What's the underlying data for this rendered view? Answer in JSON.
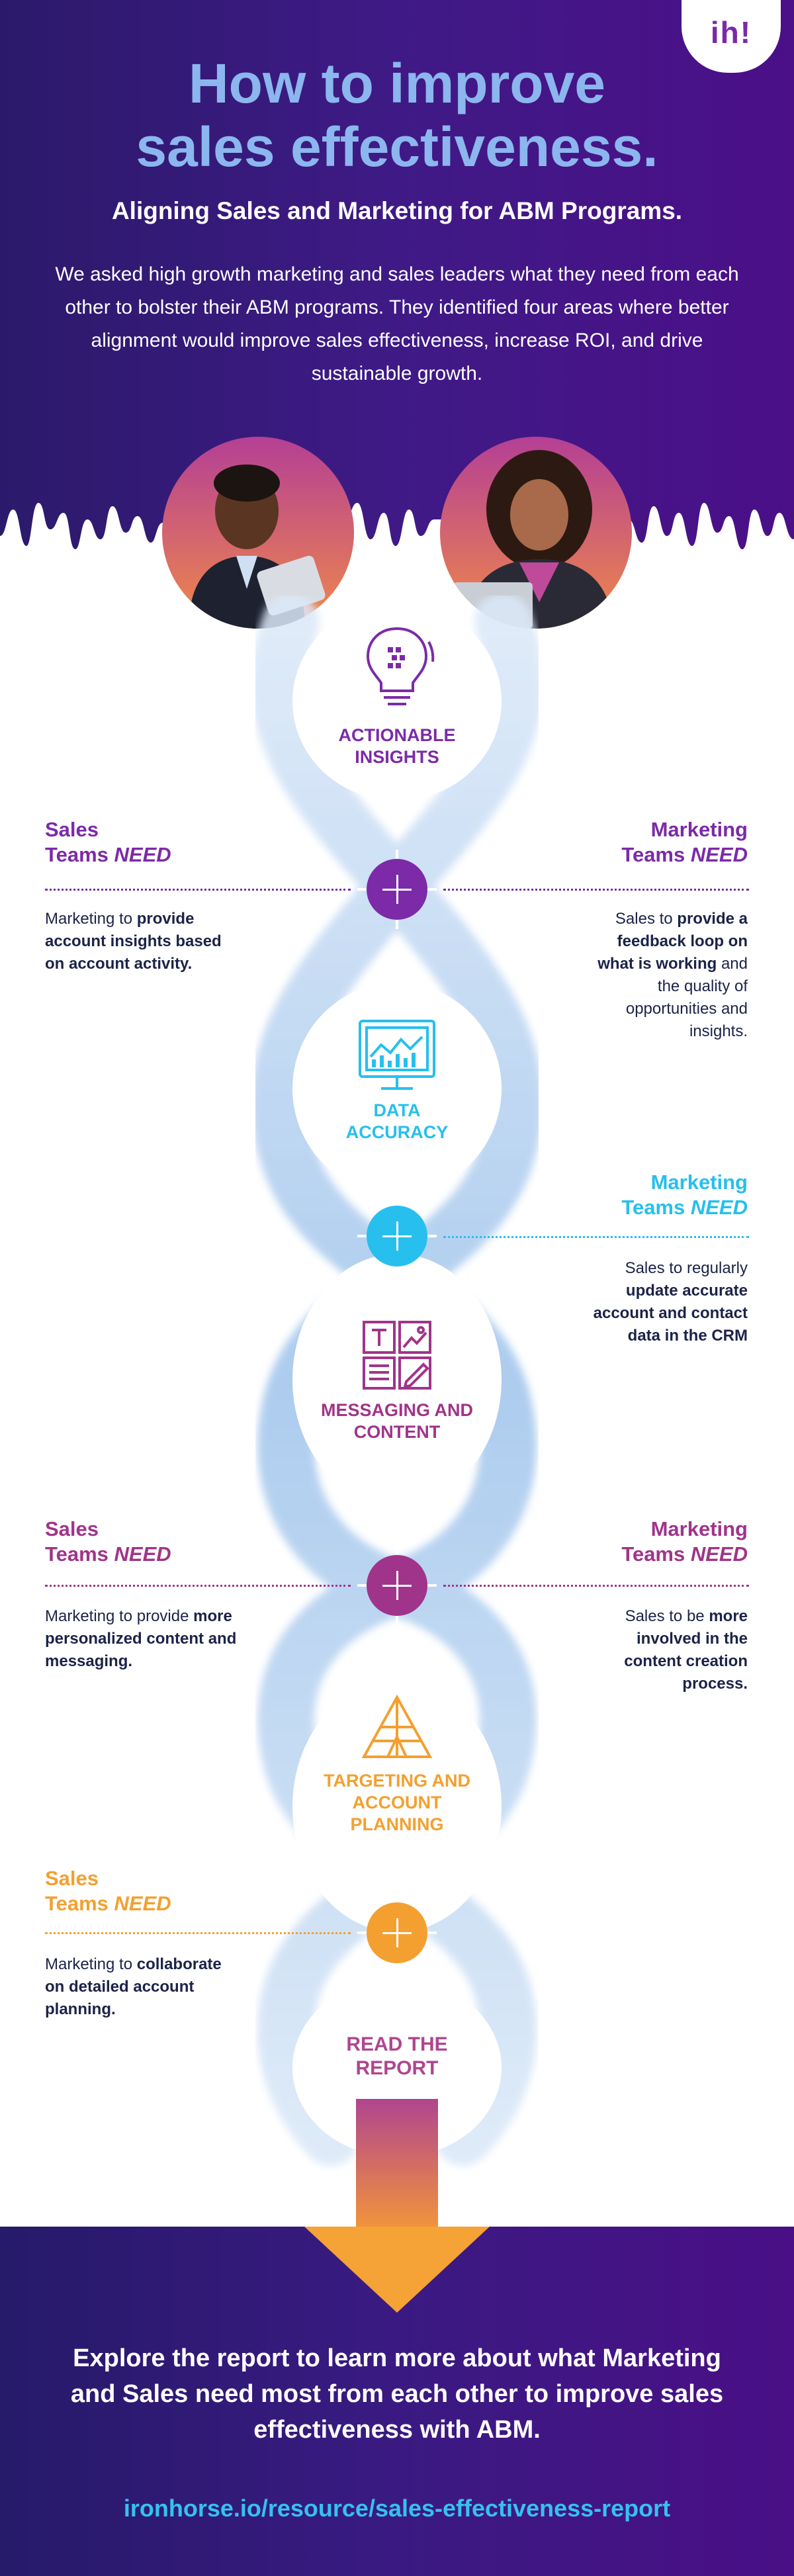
{
  "brand": {
    "logo_text": "ih!"
  },
  "hero": {
    "title_line1": "How to improve",
    "title_line2": "sales effectiveness.",
    "subtitle": "Aligning Sales and Marketing for ABM Programs.",
    "intro": "We asked high growth marketing and sales leaders what they need from each other to bolster their ABM programs. They identified four areas where better alignment would improve sales effectiveness, increase ROI, and drive sustainable growth."
  },
  "colors": {
    "purple": "#7c2aa8",
    "cyan": "#27bfee",
    "magenta": "#a0348a",
    "orange": "#f3a030",
    "navy": "#1c2348",
    "title_blue": "#8cb6ee"
  },
  "stages": [
    {
      "label_line1": "ACTIONABLE",
      "label_line2": "INSIGHTS",
      "icon": "lightbulb-icon"
    },
    {
      "label_line1": "DATA",
      "label_line2": "ACCURACY",
      "icon": "monitor-chart-icon"
    },
    {
      "label_line1": "MESSAGING AND",
      "label_line2": "CONTENT",
      "icon": "content-blocks-icon"
    },
    {
      "label_line1": "TARGETING AND",
      "label_line2": "ACCOUNT",
      "label_line3": "PLANNING",
      "icon": "tent-target-icon"
    }
  ],
  "needs": {
    "sales_title_line1": "Sales",
    "marketing_title_line1": "Marketing",
    "title_line2_prefix": "Teams ",
    "title_need": "NEED"
  },
  "insights": {
    "sales_desc_a": "Marketing to ",
    "sales_desc_b": "provide account insights based on account activity.",
    "marketing_desc_a": "Sales to ",
    "marketing_desc_b": "provide a feedback loop on what is working",
    "marketing_desc_c": " and the quality of opportunities and insights."
  },
  "data_accuracy": {
    "marketing_desc_a": "Sales to regularly ",
    "marketing_desc_b": "update accurate account and contact data in the CRM"
  },
  "messaging": {
    "sales_desc_a": "Marketing to provide ",
    "sales_desc_b": "more personalized content and messaging.",
    "marketing_desc_a": "Sales to be ",
    "marketing_desc_b": "more involved in the content creation process."
  },
  "targeting": {
    "sales_desc_a": "Marketing to ",
    "sales_desc_b": "collaborate on detailed account planning."
  },
  "cta": {
    "read_line1": "READ THE",
    "read_line2": "REPORT"
  },
  "footer": {
    "text": "Explore the report to learn more about what Marketing and Sales need most from each other to improve sales effectiveness with ABM.",
    "link": "ironhorse.io/resource/sales-effectiveness-report"
  }
}
